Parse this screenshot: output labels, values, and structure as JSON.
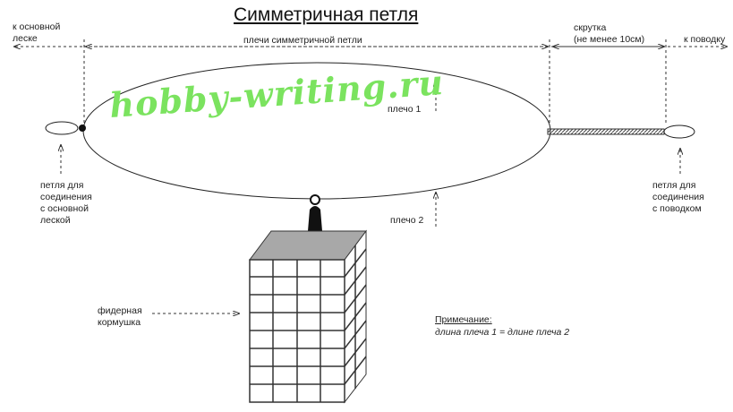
{
  "title": "Симметричная петля",
  "watermark": "hobby-writing.ru",
  "labels": {
    "main_line": "к основной\nлеске",
    "shoulders": "плечи симметричной петли",
    "twist": "скрутка\n(не менее 10см)",
    "leader": "к поводку",
    "shoulder_1": "плечо 1",
    "shoulder_2": "плечо 2",
    "loop_main": "петля для\nсоединения\nс основной\nлеской",
    "loop_leader": "петля для\nсоединения\nс поводком",
    "feeder": "фидерная\nкормушка"
  },
  "note": {
    "heading": "Примечание:",
    "text": "длина плеча 1 = длине плеча 2"
  },
  "colors": {
    "line": "#222222",
    "watermark": "#7be35f",
    "feeder_top": "#a8a8a8",
    "feeder_grid": "#333333"
  }
}
